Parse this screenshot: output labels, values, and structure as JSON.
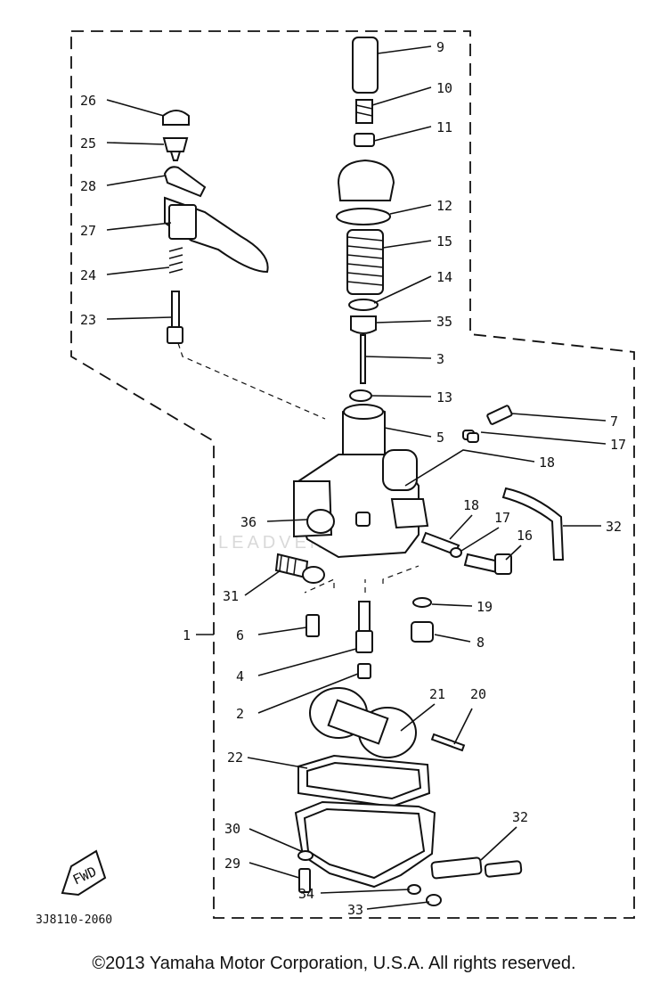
{
  "diagram": {
    "code": "3J8110-2060",
    "watermark": "LEADVENTURE",
    "fwd_label": "FWD",
    "callouts": {
      "p1": "1",
      "p2": "2",
      "p3": "3",
      "p4": "4",
      "p5": "5",
      "p6": "6",
      "p7": "7",
      "p8": "8",
      "p9": "9",
      "p10": "10",
      "p11": "11",
      "p12": "12",
      "p13": "13",
      "p14": "14",
      "p15": "15",
      "p16": "16",
      "p17a": "17",
      "p17b": "17",
      "p18a": "18",
      "p18b": "18",
      "p19": "19",
      "p20": "20",
      "p21": "21",
      "p22": "22",
      "p23": "23",
      "p24": "24",
      "p25": "25",
      "p26": "26",
      "p27": "27",
      "p28": "28",
      "p29": "29",
      "p30": "30",
      "p31": "31",
      "p32a": "32",
      "p32b": "32",
      "p33": "33",
      "p34": "34",
      "p35": "35",
      "p36": "36"
    }
  },
  "footer": {
    "copyright": "©2013 Yamaha Motor Corporation, U.S.A. All rights reserved."
  }
}
